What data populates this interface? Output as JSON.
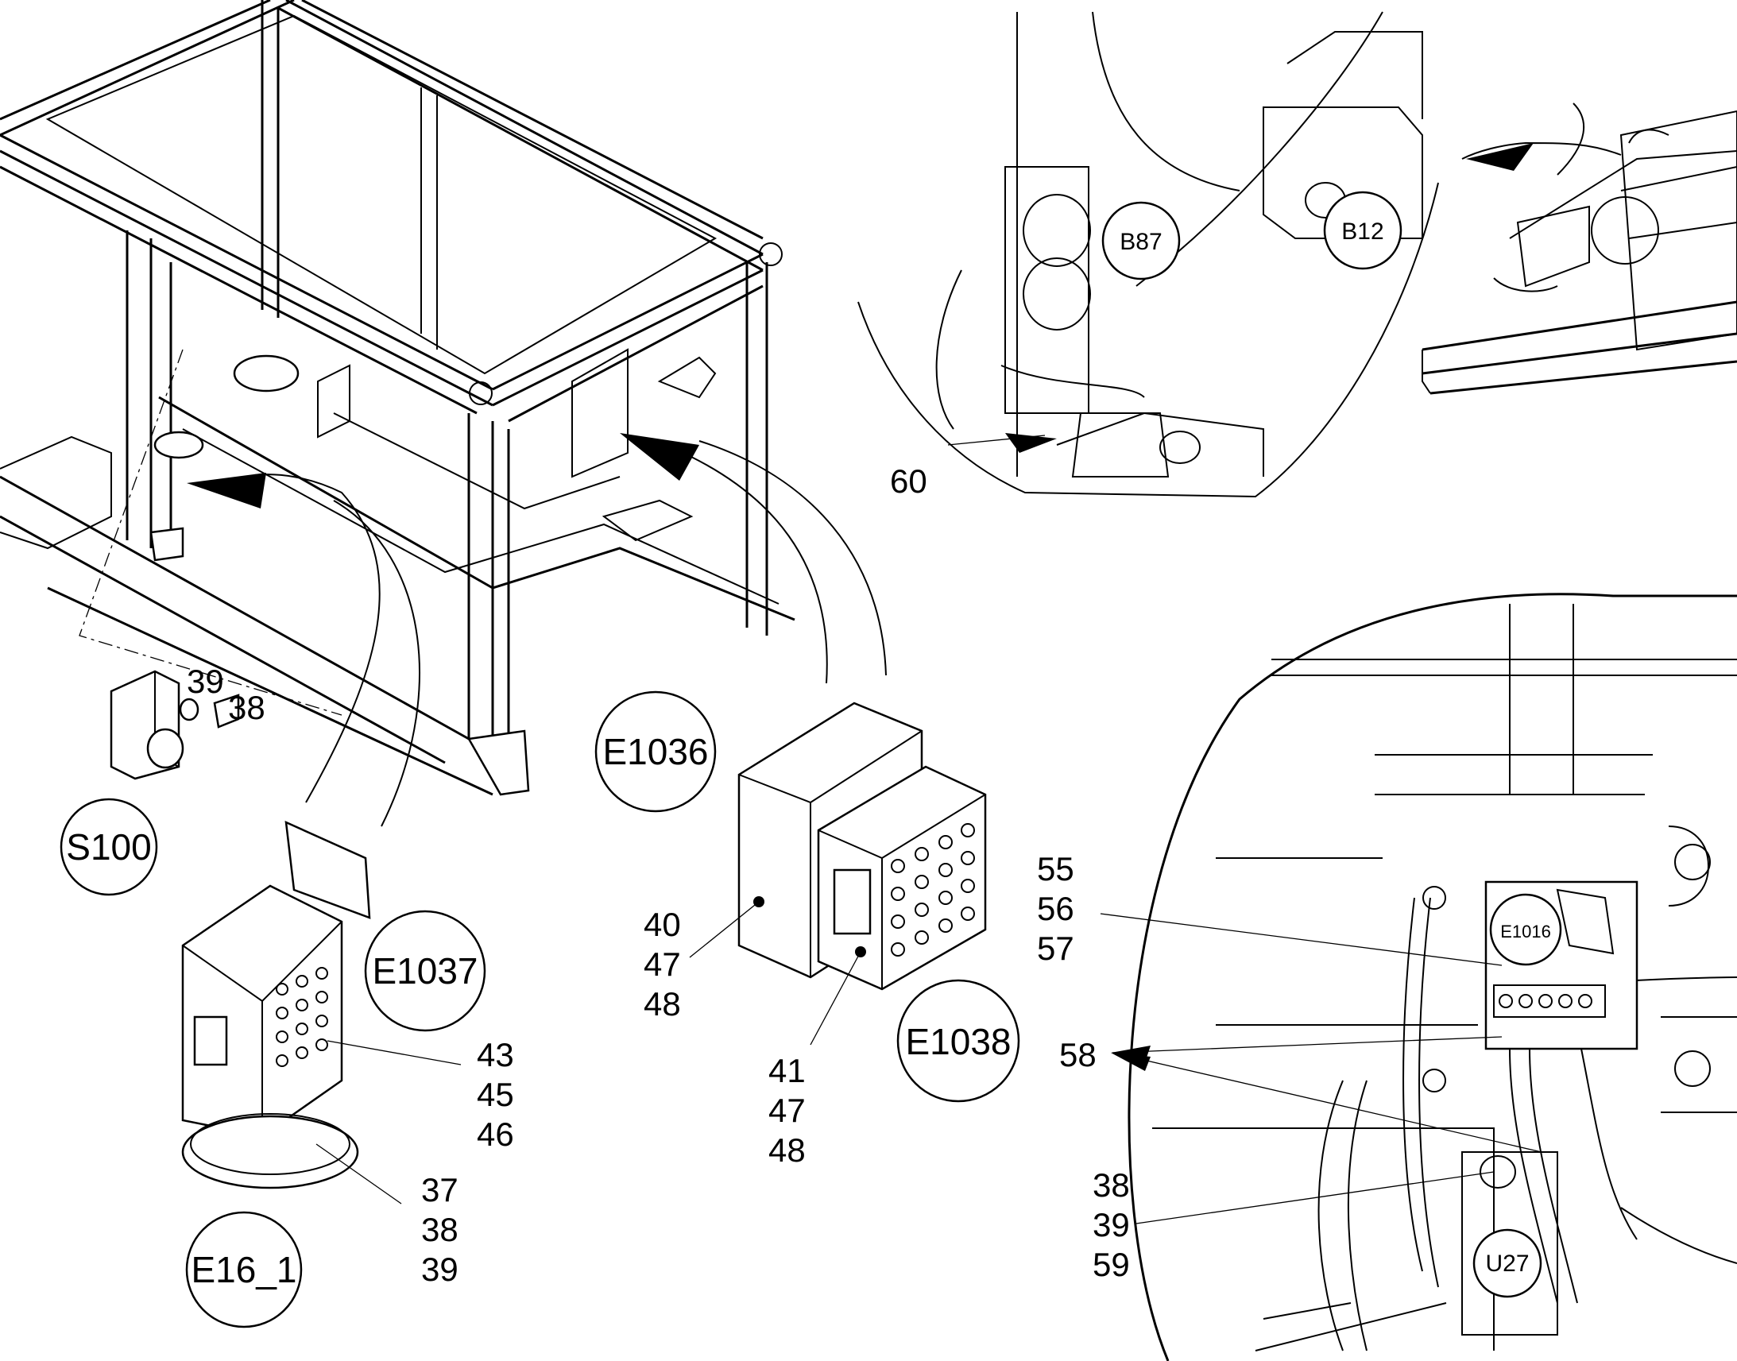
{
  "labels": {
    "s100": "S100",
    "e16_1": "E16_1",
    "e1036": "E1036",
    "e1037": "E1037",
    "e1038": "E1038",
    "b87": "B87",
    "b12": "B12",
    "e1016": "E1016",
    "u27": "U27"
  },
  "callouts": {
    "s100": [
      "39",
      "38"
    ],
    "e16_1": [
      "37",
      "38",
      "39"
    ],
    "e1037": [
      "43",
      "45",
      "46"
    ],
    "e1036": [
      "40",
      "47",
      "48"
    ],
    "e1038": [
      "41",
      "47",
      "48"
    ],
    "detail_top": [
      "60"
    ],
    "e1016": [
      "55",
      "56",
      "57"
    ],
    "harness": [
      "58"
    ],
    "u27": [
      "38",
      "39",
      "59"
    ]
  }
}
